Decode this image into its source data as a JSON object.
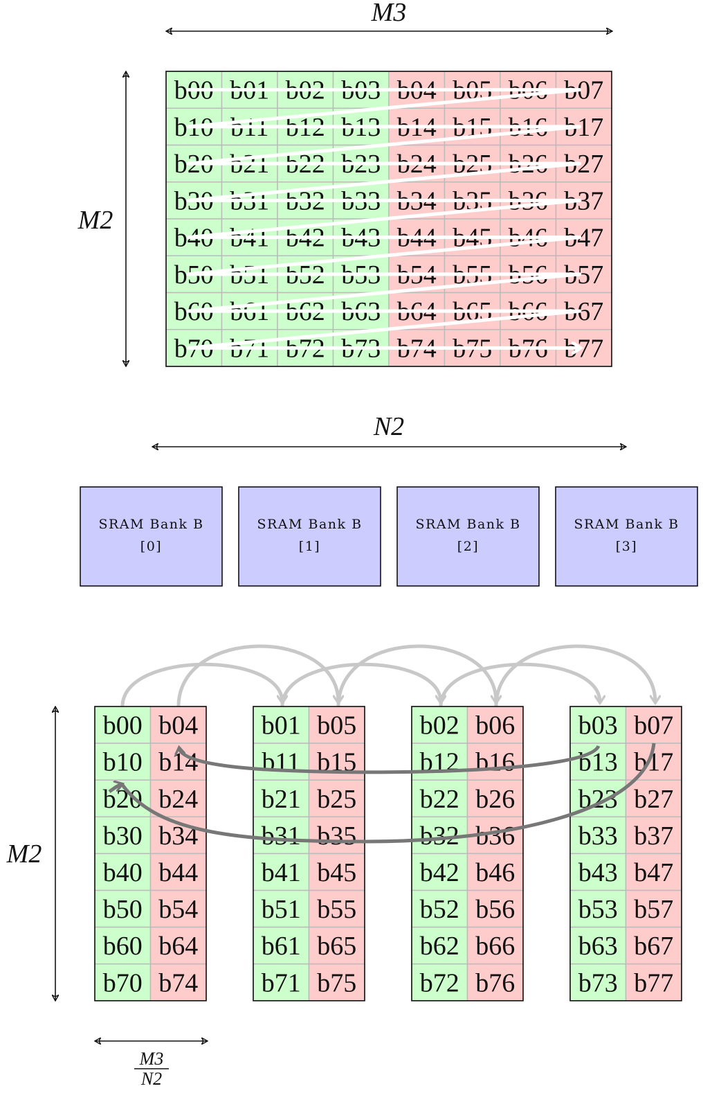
{
  "matrix": {
    "rows": [
      [
        "b00",
        "b01",
        "b02",
        "b03",
        "b04",
        "b05",
        "b06",
        "b07"
      ],
      [
        "b10",
        "b11",
        "b12",
        "b13",
        "b14",
        "b15",
        "b16",
        "b17"
      ],
      [
        "b20",
        "b21",
        "b22",
        "b23",
        "b24",
        "b25",
        "b26",
        "b27"
      ],
      [
        "b30",
        "b31",
        "b32",
        "b33",
        "b34",
        "b35",
        "b36",
        "b37"
      ],
      [
        "b40",
        "b41",
        "b42",
        "b43",
        "b44",
        "b45",
        "b46",
        "b47"
      ],
      [
        "b50",
        "b51",
        "b52",
        "b53",
        "b54",
        "b55",
        "b56",
        "b57"
      ],
      [
        "b60",
        "b61",
        "b62",
        "b63",
        "b64",
        "b65",
        "b66",
        "b67"
      ],
      [
        "b70",
        "b71",
        "b72",
        "b73",
        "b74",
        "b75",
        "b76",
        "b77"
      ]
    ],
    "width_label": "M3",
    "height_label": "M2"
  },
  "banks_section": {
    "width_label": "N2",
    "banks": [
      {
        "title": "SRAM Bank B",
        "index": "[0]"
      },
      {
        "title": "SRAM Bank B",
        "index": "[1]"
      },
      {
        "title": "SRAM Bank B",
        "index": "[2]"
      },
      {
        "title": "SRAM Bank B",
        "index": "[3]"
      }
    ]
  },
  "bank_layout": {
    "height_label": "M2",
    "width_label_numerator": "M3",
    "width_label_denominator": "N2",
    "columns": [
      [
        [
          "b00",
          "b04"
        ],
        [
          "b10",
          "b14"
        ],
        [
          "b20",
          "b24"
        ],
        [
          "b30",
          "b34"
        ],
        [
          "b40",
          "b44"
        ],
        [
          "b50",
          "b54"
        ],
        [
          "b60",
          "b64"
        ],
        [
          "b70",
          "b74"
        ]
      ],
      [
        [
          "b01",
          "b05"
        ],
        [
          "b11",
          "b15"
        ],
        [
          "b21",
          "b25"
        ],
        [
          "b31",
          "b35"
        ],
        [
          "b41",
          "b45"
        ],
        [
          "b51",
          "b55"
        ],
        [
          "b61",
          "b65"
        ],
        [
          "b71",
          "b75"
        ]
      ],
      [
        [
          "b02",
          "b06"
        ],
        [
          "b12",
          "b16"
        ],
        [
          "b22",
          "b26"
        ],
        [
          "b32",
          "b36"
        ],
        [
          "b42",
          "b46"
        ],
        [
          "b52",
          "b56"
        ],
        [
          "b62",
          "b66"
        ],
        [
          "b72",
          "b76"
        ]
      ],
      [
        [
          "b03",
          "b07"
        ],
        [
          "b13",
          "b17"
        ],
        [
          "b23",
          "b27"
        ],
        [
          "b33",
          "b37"
        ],
        [
          "b43",
          "b47"
        ],
        [
          "b53",
          "b57"
        ],
        [
          "b63",
          "b67"
        ],
        [
          "b73",
          "b77"
        ]
      ]
    ]
  },
  "colors": {
    "green_cell": "#ccffcc",
    "red_cell": "#ffcccc",
    "bank_fill": "#ccccff",
    "grid_line": "#bbbbbb",
    "light_arrow": "#c8c8c8",
    "dark_arrow": "#777777",
    "scan_path": "#ffffff"
  }
}
